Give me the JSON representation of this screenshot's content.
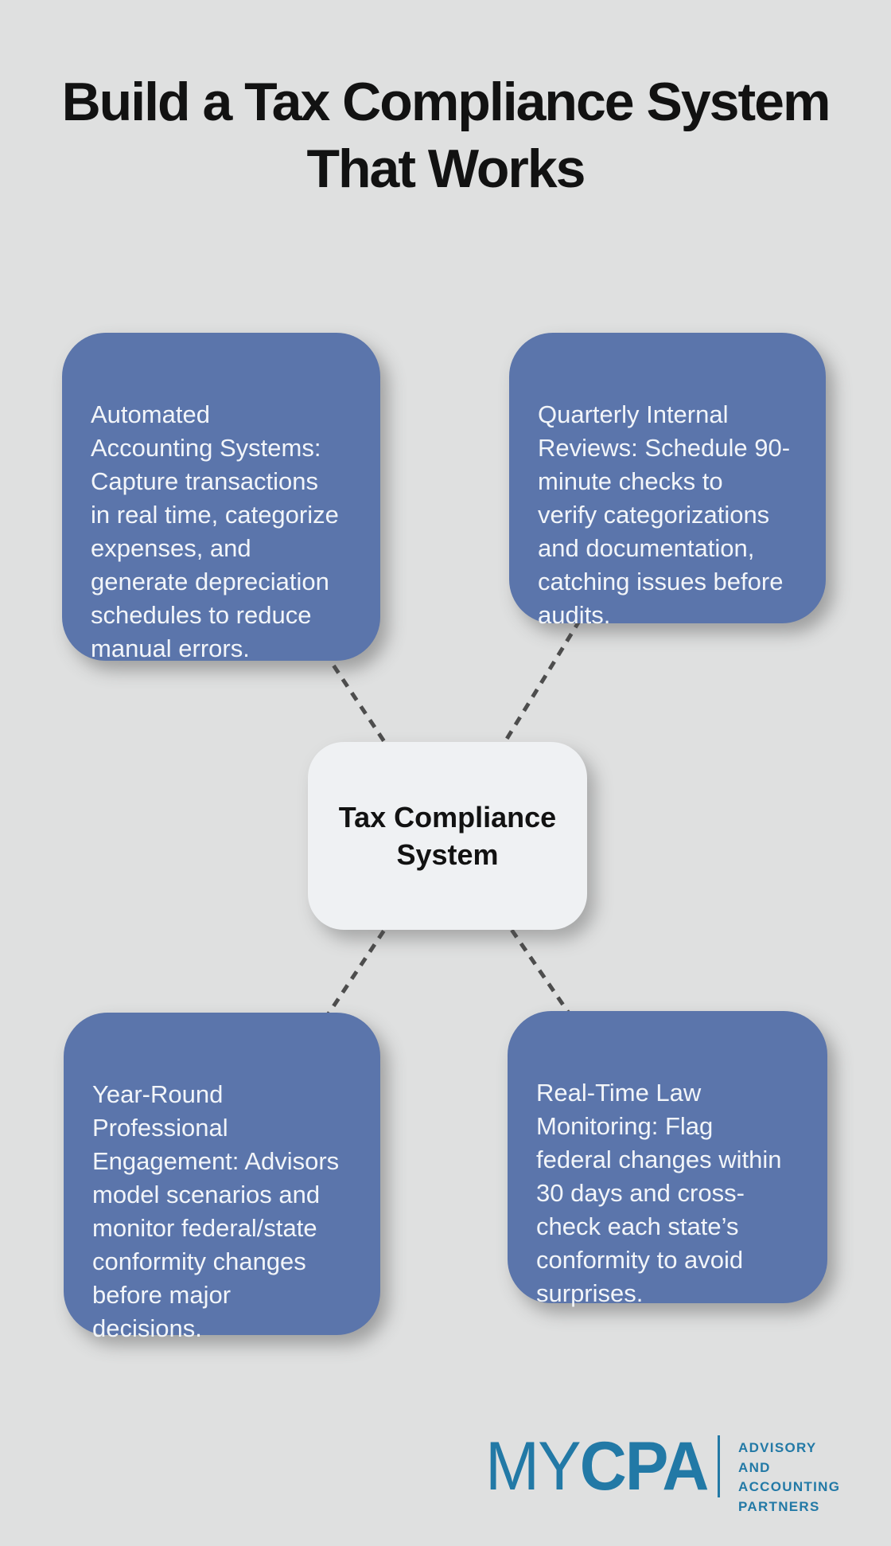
{
  "title": "Build a Tax Compliance System\nThat Works",
  "center_node": {
    "label": "Tax Compliance\nSystem"
  },
  "cards": [
    {
      "id": "automated-accounting",
      "text": "Automated\nAccounting Systems:\nCapture transactions\nin real time, categorize\nexpenses, and\ngenerate depreciation\nschedules to reduce\nmanual errors."
    },
    {
      "id": "quarterly-reviews",
      "text": "Quarterly Internal\nReviews: Schedule 90-\nminute checks to\nverify categorizations\nand documentation,\ncatching issues before\naudits."
    },
    {
      "id": "year-round-engagement",
      "text": "Year-Round\nProfessional\nEngagement: Advisors\nmodel scenarios and\nmonitor federal/state\nconformity changes\nbefore major\ndecisions."
    },
    {
      "id": "real-time-law-monitoring",
      "text": "Real-Time Law\nMonitoring: Flag\nfederal changes within\n30 days and cross-\ncheck each state’s\nconformity to avoid\nsurprises."
    }
  ],
  "logo": {
    "word_light": "MY",
    "word_bold": "CPA",
    "tagline": "ADVISORY AND\nACCOUNTING\nPARTNERS"
  },
  "colors": {
    "background": "#dfe0e0",
    "card_blue": "#5b75ab",
    "card_text": "#f2f5f9",
    "center_node_bg": "#eff1f3",
    "title_text": "#121212",
    "connector_dash": "#4d4d4d",
    "logo_teal": "#2279a6"
  }
}
